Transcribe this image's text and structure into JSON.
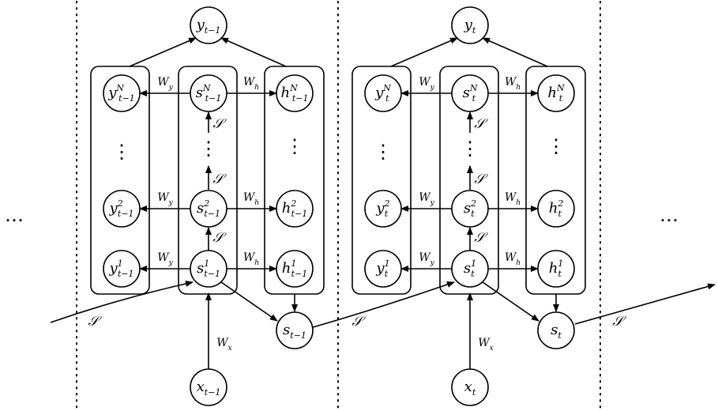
{
  "diagram": {
    "ellipsis": "…",
    "vertical_ellipsis": "⋮",
    "steps": [
      {
        "y": {
          "base": "y",
          "sub": "t−1"
        },
        "x": {
          "base": "x",
          "sub": "t−1"
        },
        "s": {
          "base": "s",
          "sub": "t−1"
        },
        "y_layers": [
          {
            "base": "y",
            "sup": "N",
            "sub": "t−1"
          },
          {
            "base": "y",
            "sup": "2",
            "sub": "t−1"
          },
          {
            "base": "y",
            "sup": "1",
            "sub": "t−1"
          }
        ],
        "s_layers": [
          {
            "base": "s",
            "sup": "N",
            "sub": "t−1"
          },
          {
            "base": "s",
            "sup": "2",
            "sub": "t−1"
          },
          {
            "base": "s",
            "sup": "1",
            "sub": "t−1"
          }
        ],
        "h_layers": [
          {
            "base": "h",
            "sup": "N",
            "sub": "t−1"
          },
          {
            "base": "h",
            "sup": "2",
            "sub": "t−1"
          },
          {
            "base": "h",
            "sup": "1",
            "sub": "t−1"
          }
        ]
      },
      {
        "y": {
          "base": "y",
          "sub": "t"
        },
        "x": {
          "base": "x",
          "sub": "t"
        },
        "s": {
          "base": "s",
          "sub": "t"
        },
        "y_layers": [
          {
            "base": "y",
            "sup": "N",
            "sub": "t"
          },
          {
            "base": "y",
            "sup": "2",
            "sub": "t"
          },
          {
            "base": "y",
            "sup": "1",
            "sub": "t"
          }
        ],
        "s_layers": [
          {
            "base": "s",
            "sup": "N",
            "sub": "t"
          },
          {
            "base": "s",
            "sup": "2",
            "sub": "t"
          },
          {
            "base": "s",
            "sup": "1",
            "sub": "t"
          }
        ],
        "h_layers": [
          {
            "base": "h",
            "sup": "N",
            "sub": "t"
          },
          {
            "base": "h",
            "sup": "2",
            "sub": "t"
          },
          {
            "base": "h",
            "sup": "1",
            "sub": "t"
          }
        ]
      }
    ],
    "weights": {
      "Wy": {
        "base": "W",
        "sub": "y"
      },
      "Wh": {
        "base": "W",
        "sub": "h"
      },
      "Wx": {
        "base": "W",
        "sub": "x"
      }
    },
    "S_label": "𝒮"
  }
}
